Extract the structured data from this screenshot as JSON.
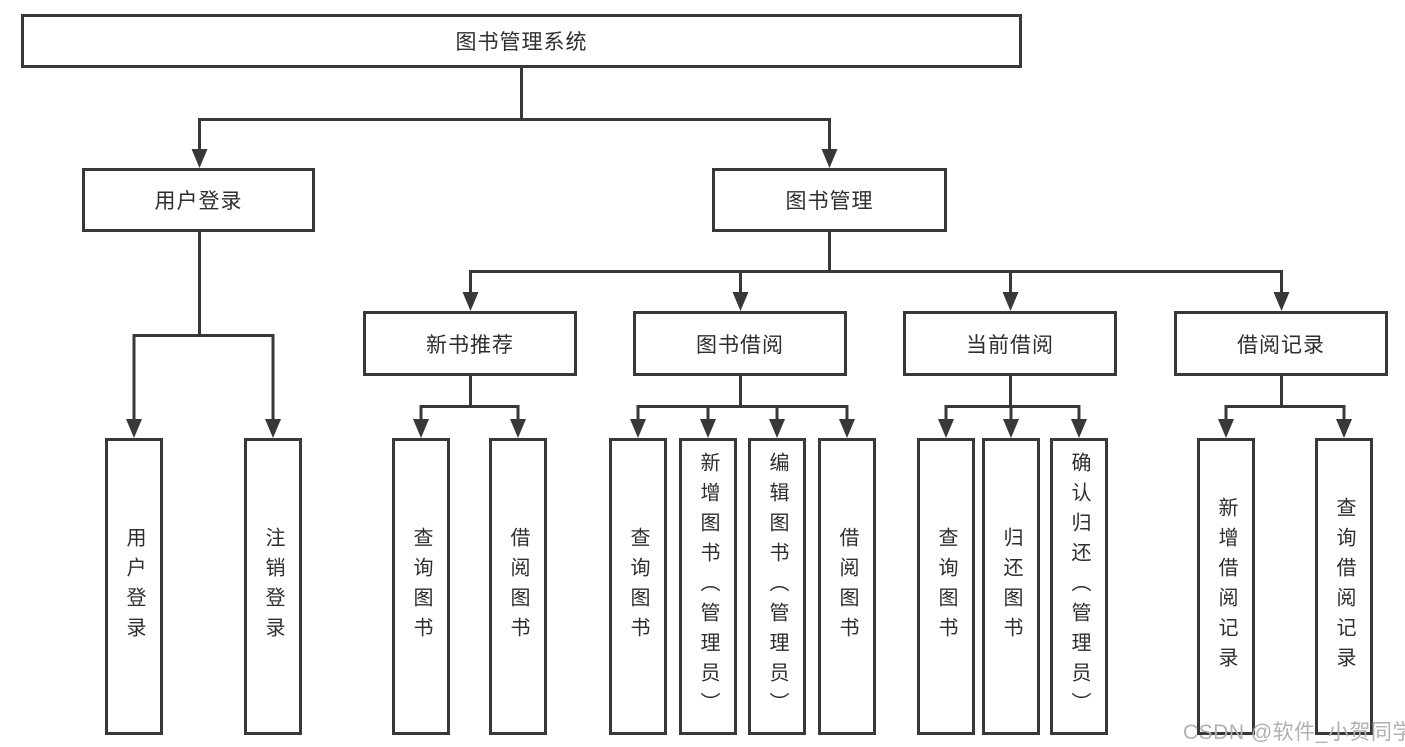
{
  "diagram": {
    "root_label": "图书管理系统",
    "level2": [
      {
        "label": "用户登录",
        "leaves": [
          "用户登录",
          "注销登录"
        ]
      },
      {
        "label": "图书管理",
        "sections": [
          {
            "label": "新书推荐",
            "leaves": [
              "查询图书",
              "借阅图书"
            ]
          },
          {
            "label": "图书借阅",
            "leaves": [
              "查询图书",
              "新增图书（管理员）",
              "编辑图书（管理员）",
              "借阅图书"
            ]
          },
          {
            "label": "当前借阅",
            "leaves": [
              "查询图书",
              "归还图书",
              "确认归还（管理员）"
            ]
          },
          {
            "label": "借阅记录",
            "leaves": [
              "新增借阅记录",
              "查询借阅记录"
            ]
          }
        ]
      }
    ]
  },
  "watermark": "CSDN @软件_小贺同学",
  "colors": {
    "line": "#383838",
    "box_border": "#383838",
    "text": "#2e2e2e",
    "background": "#ffffff",
    "watermark": "#b0b0b6"
  }
}
